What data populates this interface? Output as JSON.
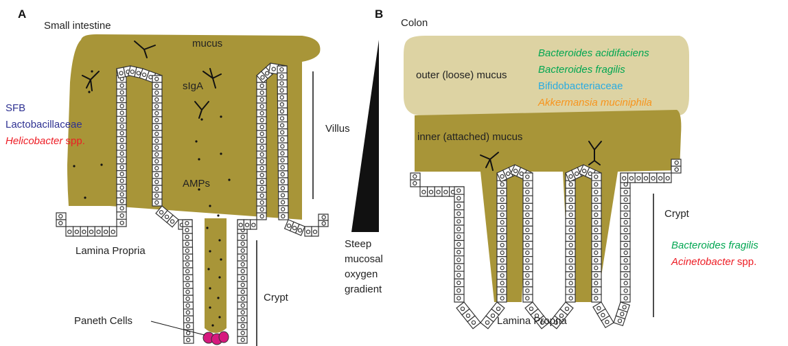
{
  "panel_a": {
    "letter": "A",
    "title": "Small intestine",
    "mucus": "mucus",
    "siga": "sIgA",
    "amps": "AMPs",
    "villus": "Villus",
    "crypt": "Crypt",
    "lamina_propria": "Lamina Propria",
    "paneth": "Paneth Cells",
    "microbes": [
      {
        "text": "SFB",
        "color": "#2e3192",
        "italic": false
      },
      {
        "text": "Lactobacillaceae",
        "color": "#2e3192",
        "italic": false
      },
      {
        "text": "Helicobacter",
        "suffix": " spp.",
        "color": "#ed1c24",
        "italic": true
      }
    ]
  },
  "panel_b": {
    "letter": "B",
    "title": "Colon",
    "outer_mucus": "outer (loose) mucus",
    "inner_mucus": "inner (attached) mucus",
    "crypt": "Crypt",
    "lamina_propria": "Lamina Propria",
    "outer_microbes": [
      {
        "text": "Bacteroides acidifaciens",
        "color": "#00a651",
        "italic": true
      },
      {
        "text": "Bacteroides fragilis",
        "color": "#00a651",
        "italic": true
      },
      {
        "text": "Bifidobacteriaceae",
        "color": "#29abe2",
        "italic": false
      },
      {
        "text": "Akkermansia muciniphila",
        "color": "#f7941d",
        "italic": true
      }
    ],
    "crypt_microbes": [
      {
        "text": "Bacteroides fragilis",
        "color": "#00a651",
        "italic": true
      },
      {
        "text": "Acinetobacter",
        "suffix": " spp.",
        "color": "#ed1c24",
        "italic": true
      }
    ]
  },
  "gradient": {
    "lines": [
      "Steep",
      "mucosal",
      "oxygen",
      "gradient"
    ]
  },
  "colors": {
    "mucus": "#a89538",
    "outer_mucus": "#ddd3a3",
    "paneth": "#d6197e",
    "cell_stroke": "#333333"
  }
}
